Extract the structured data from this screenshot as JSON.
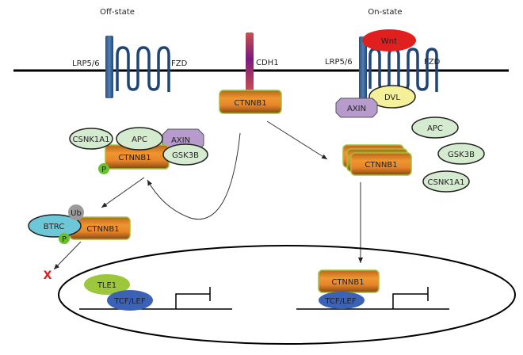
{
  "title_off": "Off-state",
  "title_on": "On-state",
  "membrane": {
    "lrp_left": "LRP5/6",
    "fzd_left": "FZD",
    "cdh1": "CDH1",
    "ctnnb1_cdh1": "CTNNB1",
    "lrp_right": "LRP5/6",
    "fzd_right": "FZD",
    "wnt": "Wnt",
    "dvl": "DVL",
    "axin_right": "AXIN"
  },
  "destruction_complex": {
    "csnk1a1": "CSNK1A1",
    "apc": "APC",
    "axin": "AXIN",
    "ctnnb1": "CTNNB1",
    "gsk3b": "GSK3B",
    "phospho": "P"
  },
  "degradation": {
    "ub": "Ub",
    "btrc": "BTRC",
    "ctnnb1": "CTNNB1",
    "phospho": "P",
    "degraded": "X"
  },
  "on_cytoplasm": {
    "apc": "APC",
    "gsk3b": "GSK3B",
    "csnk1a1": "CSNK1A1",
    "ctnnb1_stack": "CTNNB1"
  },
  "nucleus": {
    "tle1": "TLE1",
    "tcf_lef_off": "TCF/LEF",
    "ctnnb1_on": "CTNNB1",
    "tcf_lef_on": "TCF/LEF"
  },
  "colors": {
    "receptor_blue": "#2f5f93",
    "fzd_blue": "#1d4577",
    "ctnnb1_orange": "#e08a2a",
    "ctnnb1_border": "#9cc23a",
    "complex_green": "#d5ebcf",
    "axin_purple": "#b79bcc",
    "wnt_red": "#e21f1f",
    "dvl_yellow": "#f5f19a",
    "btrc_cyan": "#6cc8d8",
    "ub_gray": "#9a9a9a",
    "p_green": "#6cbf2e",
    "tle1_green": "#9cc73a",
    "tcf_blue": "#3b62b4",
    "x_red": "#e02020"
  }
}
